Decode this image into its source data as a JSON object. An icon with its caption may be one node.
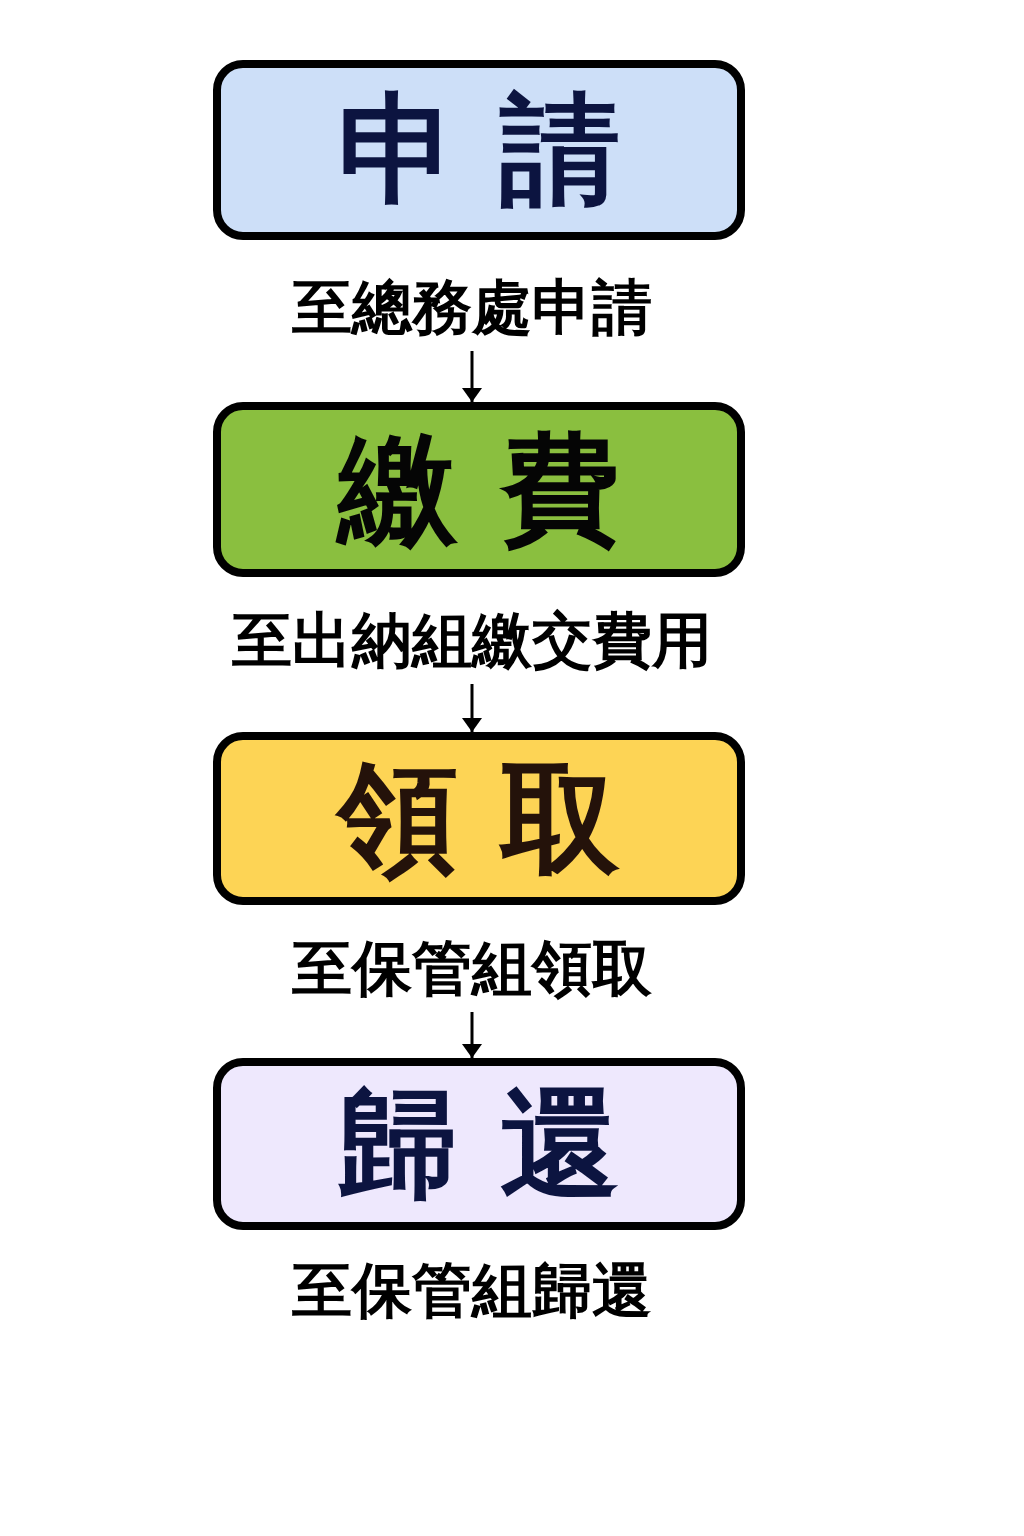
{
  "diagram": {
    "nodes": [
      {
        "text": [
          "申 請"
        ],
        "beside": [
          "至總務處申請"
        ]
      },
      {
        "text": [
          "繳 費"
        ],
        "beside": [
          "至出納組繳交費用"
        ]
      },
      {
        "text": [
          "領 取"
        ],
        "beside": [
          "至保管組領取"
        ]
      },
      {
        "text": [
          "歸 還"
        ],
        "beside": [
          "至保管組歸還"
        ]
      }
    ],
    "edges": [
      {
        "from": 0,
        "to": 1,
        "arrow": "to"
      },
      {
        "from": 1,
        "to": 2,
        "arrow": "to"
      },
      {
        "from": 2,
        "to": 3,
        "arrow": "to"
      }
    ]
  }
}
